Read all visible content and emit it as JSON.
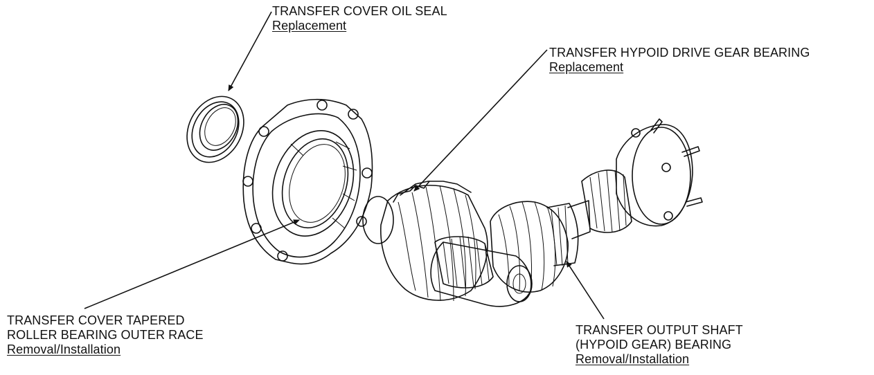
{
  "callouts": [
    {
      "id": "oil-seal",
      "lines": [
        "TRANSFER COVER OIL SEAL"
      ],
      "link": "Replacement"
    },
    {
      "id": "drive-gear-bearing",
      "lines": [
        "TRANSFER HYPOID DRIVE GEAR BEARING"
      ],
      "link": "Replacement"
    },
    {
      "id": "outer-race",
      "lines": [
        "TRANSFER COVER TAPERED",
        "ROLLER BEARING OUTER RACE"
      ],
      "link": "Removal/Installation"
    },
    {
      "id": "output-shaft-bearing",
      "lines": [
        "TRANSFER OUTPUT SHAFT",
        "(HYPOID GEAR) BEARING"
      ],
      "link": "Removal/Installation"
    }
  ]
}
